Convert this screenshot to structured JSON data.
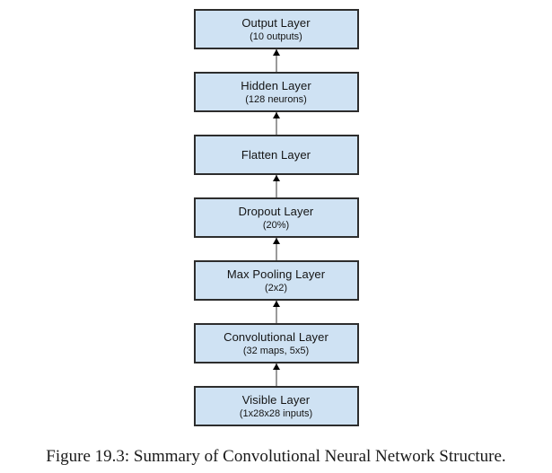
{
  "figure": {
    "caption": "Figure 19.3: Summary of Convolutional Neural Network Structure."
  },
  "colors": {
    "box_fill": "#cfe2f3",
    "box_border": "#2d2d2d",
    "arrow_line": "#9a9a9a",
    "arrow_head": "#000000",
    "text": "#141414",
    "background": "#ffffff"
  },
  "diagram": {
    "type": "flowchart",
    "direction": "bottom-to-top",
    "layers": [
      {
        "name": "Output Layer",
        "detail": "(10 outputs)"
      },
      {
        "name": "Hidden Layer",
        "detail": "(128 neurons)"
      },
      {
        "name": "Flatten Layer",
        "detail": ""
      },
      {
        "name": "Dropout Layer",
        "detail": "(20%)"
      },
      {
        "name": "Max Pooling Layer",
        "detail": "(2x2)"
      },
      {
        "name": "Convolutional Layer",
        "detail": "(32 maps, 5x5)"
      },
      {
        "name": "Visible Layer",
        "detail": "(1x28x28 inputs)"
      }
    ]
  }
}
